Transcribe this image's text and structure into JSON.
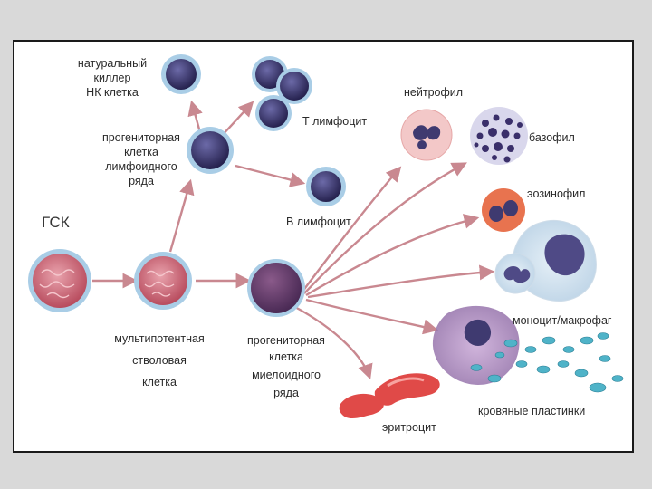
{
  "labels": {
    "gsk": "ГСК",
    "natural_killer": [
      "натуральный",
      "киллер",
      "НК клетка"
    ],
    "lymphoid_progenitor": [
      "прогениторная",
      "клетка",
      "лимфоидного",
      "ряда"
    ],
    "t_lymphocyte": "Т лимфоцит",
    "b_lymphocyte": "В лимфоцит",
    "multipotent": [
      "мультипотентная",
      "стволовая",
      "клетка"
    ],
    "myeloid_progenitor": [
      "прогениторная",
      "клетка",
      "миелоидного",
      "ряда"
    ],
    "neutrophil": "нейтрофил",
    "basophil": "базофил",
    "eosinophil": "эозинофил",
    "monocyte": "моноцит/макрофаг",
    "platelets": "кровяные пластинки",
    "erythrocyte": "эритроцит"
  },
  "colors": {
    "arrow": "#c98890",
    "stem_cell": "#c7606f",
    "lymphoid_cell": "#3f3a70",
    "membrane": "#a9cde6",
    "neutrophil_bg": "#f3c8c8",
    "eosinophil_bg": "#e8734f",
    "erythrocyte": "#e04a48",
    "platelet": "#4fb3c8"
  }
}
